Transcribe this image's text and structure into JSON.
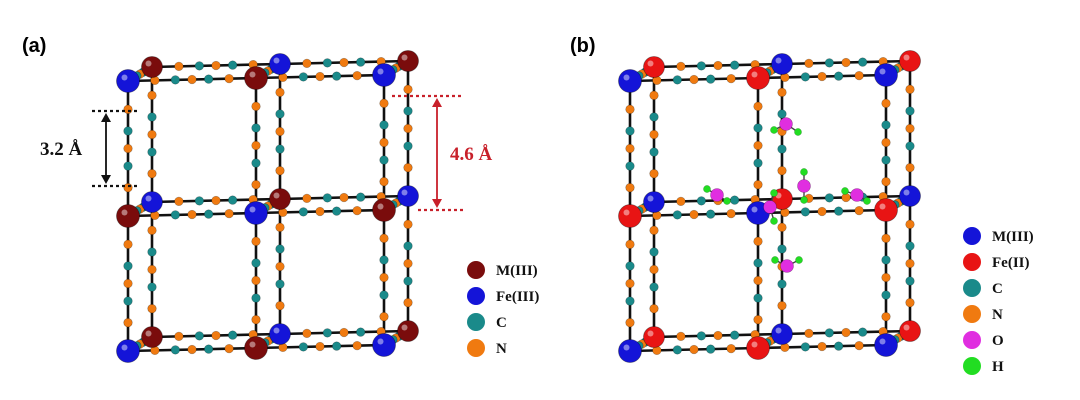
{
  "panel_a": {
    "label": "(a)",
    "dimension_label": "3.2 Å",
    "dimension_label_red": "4.6 Å",
    "legend": [
      {
        "label": "M(III)",
        "color": "#7a0c0c"
      },
      {
        "label": "Fe(III)",
        "color": "#1414d8"
      },
      {
        "label": "C",
        "color": "#1a8a8a"
      },
      {
        "label": "N",
        "color": "#f07a10"
      }
    ]
  },
  "panel_b": {
    "label": "(b)",
    "legend": [
      {
        "label": "M(III)",
        "color": "#1414d8"
      },
      {
        "label": "Fe(II)",
        "color": "#e81414"
      },
      {
        "label": "C",
        "color": "#1a8a8a"
      },
      {
        "label": "N",
        "color": "#f07a10"
      },
      {
        "label": "O",
        "color": "#e02ee0"
      },
      {
        "label": "H",
        "color": "#22dd22"
      }
    ]
  },
  "colors": {
    "bond": "#111111",
    "dimension_red": "#c8202a",
    "dimension_black": "#111111"
  }
}
